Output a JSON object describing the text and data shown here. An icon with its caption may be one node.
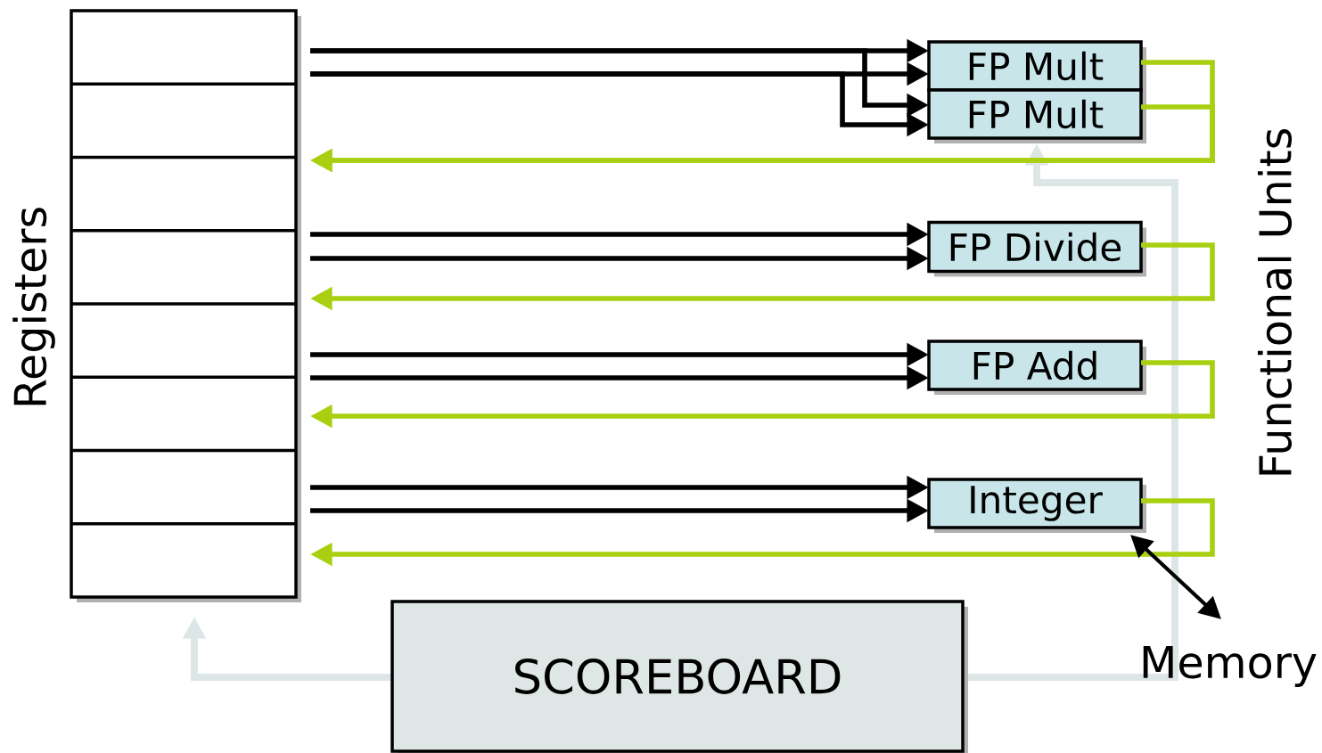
{
  "diagram": {
    "nodes": [
      {
        "text": [
          "Registers"
        ]
      },
      {
        "text": [
          "FP Mult"
        ]
      },
      {
        "text": [
          "FP Mult"
        ]
      },
      {
        "text": [
          "FP Divide"
        ]
      },
      {
        "text": [
          "FP Add"
        ]
      },
      {
        "text": [
          "Integer"
        ]
      },
      {
        "text": [
          "SCOREBOARD"
        ]
      },
      {
        "text": [
          "Memory"
        ]
      }
    ],
    "edges": [
      {
        "from": 0,
        "to": 1,
        "arrow": "to"
      },
      {
        "from": 0,
        "to": 1,
        "arrow": "to"
      },
      {
        "from": 0,
        "to": 2,
        "arrow": "to"
      },
      {
        "from": 0,
        "to": 2,
        "arrow": "to"
      },
      {
        "from": 1,
        "to": 0,
        "arrow": "to",
        "color": "#a8d010"
      },
      {
        "from": 2,
        "to": 0,
        "arrow": "to",
        "color": "#a8d010"
      },
      {
        "from": 0,
        "to": 3,
        "arrow": "to"
      },
      {
        "from": 0,
        "to": 3,
        "arrow": "to"
      },
      {
        "from": 3,
        "to": 0,
        "arrow": "to",
        "color": "#a8d010"
      },
      {
        "from": 0,
        "to": 4,
        "arrow": "to"
      },
      {
        "from": 0,
        "to": 4,
        "arrow": "to"
      },
      {
        "from": 4,
        "to": 0,
        "arrow": "to",
        "color": "#a8d010"
      },
      {
        "from": 0,
        "to": 5,
        "arrow": "to"
      },
      {
        "from": 0,
        "to": 5,
        "arrow": "to"
      },
      {
        "from": 5,
        "to": 0,
        "arrow": "to",
        "color": "#a8d010"
      },
      {
        "from": 6,
        "to": 0,
        "arrow": "to",
        "color": "#dde6e6"
      },
      {
        "from": 6,
        "to": 2,
        "arrow": "to",
        "color": "#dde6e6"
      },
      {
        "from": 5,
        "to": 7,
        "arrow": "both"
      }
    ],
    "labels": [
      "Functional Units"
    ]
  }
}
